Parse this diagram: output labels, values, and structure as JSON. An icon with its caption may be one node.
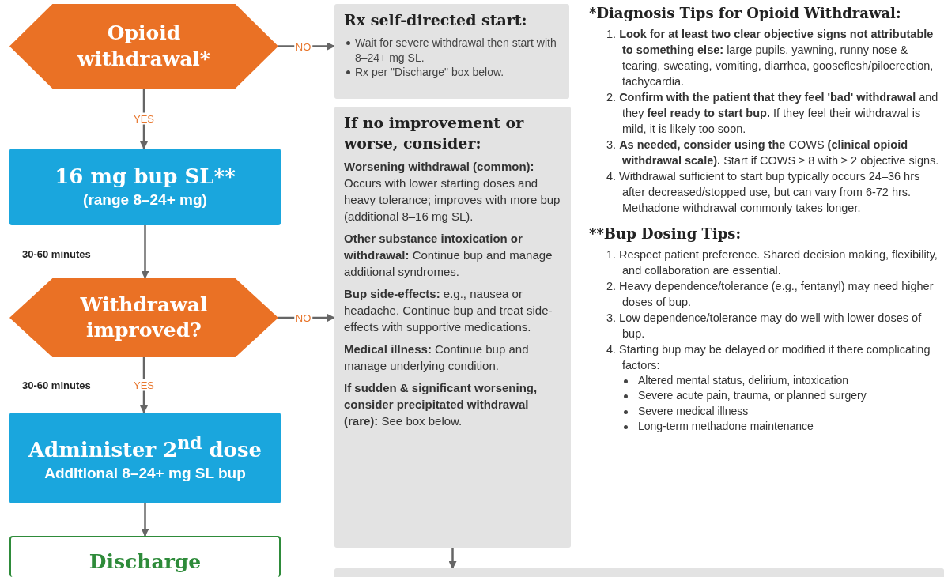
{
  "diagram": {
    "nodes": [
      {
        "text": [
          "Opioid withdrawal*"
        ]
      },
      {
        "text": [
          "Rx self-directed start:",
          "Wait for severe withdrawal then start with 8–24+ mg SL.",
          "Rx per \"Discharge\" box below."
        ]
      },
      {
        "text": [
          "16 mg bup SL**",
          "(range 8–24+ mg)"
        ]
      },
      {
        "text": [
          "Withdrawal improved?"
        ]
      },
      {
        "text": [
          "If no improvement or worse, consider:",
          "**Worsening withdrawal (common):** Occurs with lower starting doses and heavy tolerance; improves with more bup (additional 8–16 mg SL).",
          "**Other substance intoxication or withdrawal:** Continue bup and manage additional syndromes.",
          "**Bup side-effects:** e.g., nausea or headache. Continue bup and treat side-effects with supportive medications.",
          "**Medical illness:** Continue bup and manage underlying condition.",
          "**If sudden & significant worsening, consider precipitated withdrawal (rare):** See box below."
        ]
      },
      {
        "text": [
          "Administer 2$^{nd}$ dose",
          "Additional 8–24+ mg SL bup"
        ]
      },
      {
        "text": [
          "Discharge"
        ]
      },
      {
        "text": [],
        "shape": "box"
      }
    ],
    "edges": [
      {
        "from": 0,
        "to": 1,
        "arrow": "to",
        "label": "NO"
      },
      {
        "from": 0,
        "to": 2,
        "arrow": "to",
        "label": "YES"
      },
      {
        "from": 2,
        "to": 3,
        "arrow": "to"
      },
      {
        "from": 3,
        "to": 4,
        "arrow": "to",
        "label": "NO"
      },
      {
        "from": 3,
        "to": 5,
        "arrow": "to",
        "label": "YES"
      },
      {
        "from": 5,
        "to": 6,
        "arrow": "to"
      },
      {
        "from": 4,
        "to": 7,
        "arrow": "to"
      }
    ],
    "labels": [
      "30-60 minutes",
      "30-60 minutes",
      "*Diagnosis Tips for Opioid Withdrawal:",
      "1. **Look for at least two clear objective signs not attributable to something else:** large pupils, yawning, runny nose & tearing, sweating, vomiting, diarrhea, gooseflesh/piloerection, tachycardia.",
      "2. **Confirm with the patient that they feel 'bad' withdrawal** and they **feel ready to start bup.** If they feel their withdrawal is mild, it is likely too soon.",
      "3. **As needed, consider using the** COWS **(clinical opioid withdrawal scale).** Start if COWS ≥ 8 with ≥ 2 objective signs.",
      "4. Withdrawal sufficient to start bup typically occurs 24–36 hrs after decreased/stopped use, but can vary from 6-72 hrs. Methadone withdrawal commonly takes longer.",
      "**Bup Dosing Tips:",
      "1. Respect patient preference. Shared decision making, flexibility, and collaboration are essential.",
      "2. Heavy dependence/tolerance (e.g., fentanyl) may need higher doses of bup.",
      "3. Low dependence/tolerance may do well with lower doses of bup.",
      "4. Starting bup may be delayed or modified if there complicating factors:",
      "Altered mental status, delirium, intoxication",
      "Severe acute pain, trauma, or planned surgery",
      "Severe medical illness",
      "Long-term methadone maintenance"
    ]
  }
}
